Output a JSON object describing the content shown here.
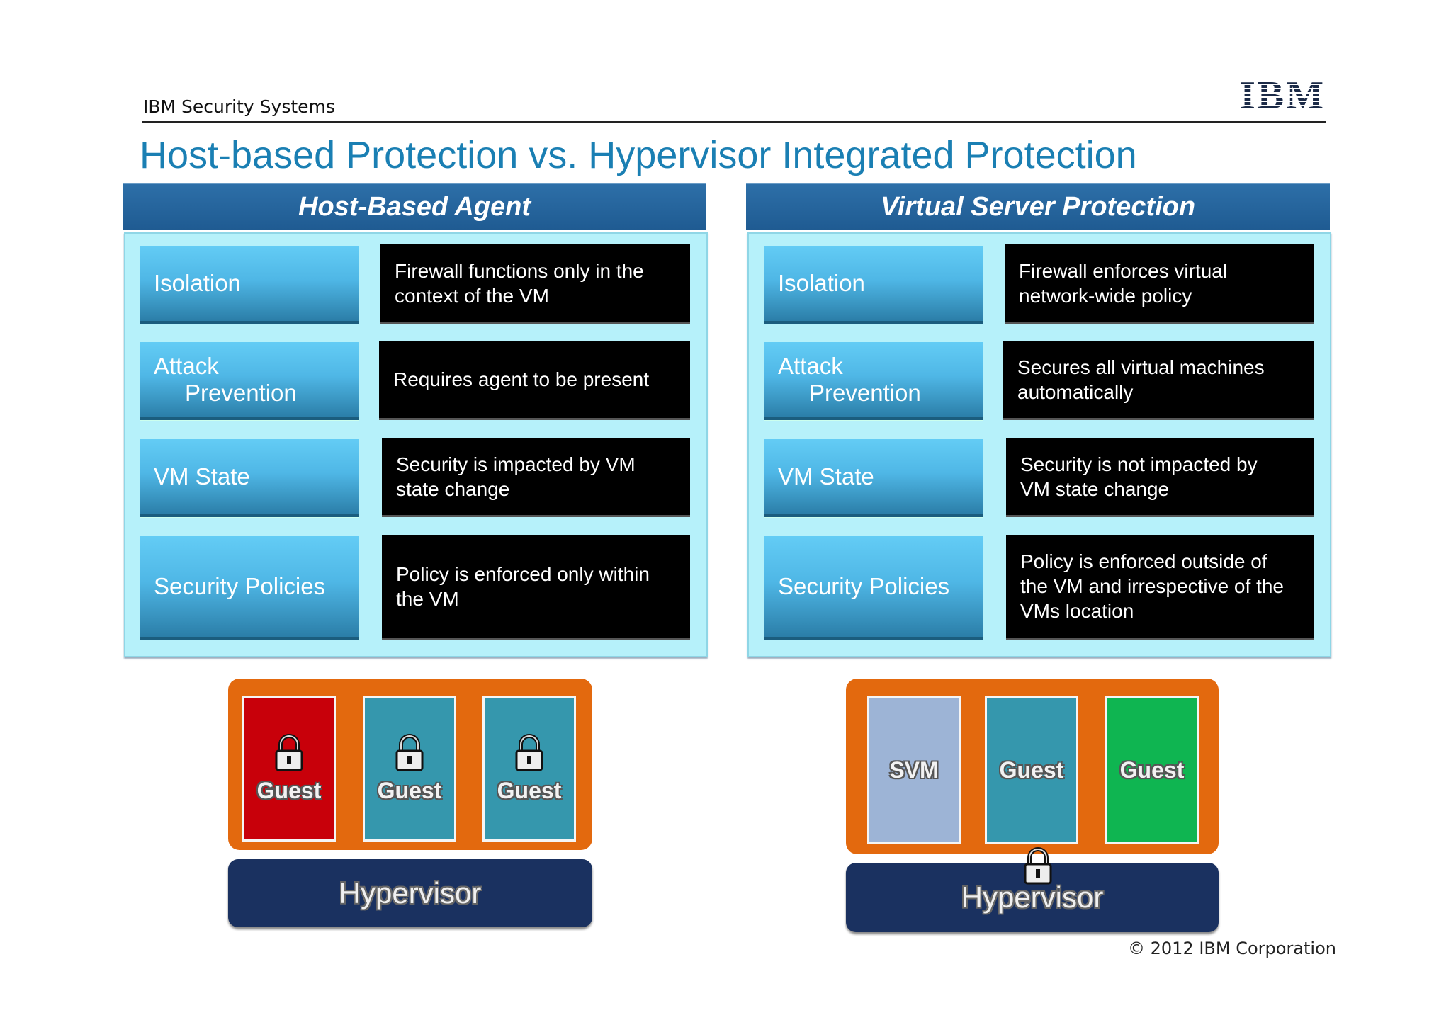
{
  "header": {
    "company": "IBM Security Systems",
    "logo_text": "IBM",
    "title": "Host-based Protection vs. Hypervisor Integrated Protection"
  },
  "panels": [
    {
      "heading": "Host-Based Agent",
      "rows": [
        {
          "label_line1": "Isolation",
          "label_line2": "",
          "desc": "Firewall functions only in the\ncontext of the VM"
        },
        {
          "label_line1": "Attack",
          "label_line2": "Prevention",
          "desc": "Requires agent to be present"
        },
        {
          "label_line1": "VM State",
          "label_line2": "",
          "desc": "Security is impacted by VM\nstate change"
        },
        {
          "label_line1": "Security Policies",
          "label_line2": "",
          "desc": "Policy is enforced only within\nthe VM"
        }
      ]
    },
    {
      "heading": "Virtual Server Protection",
      "rows": [
        {
          "label_line1": "Isolation",
          "label_line2": "",
          "desc": "Firewall enforces virtual\nnetwork-wide policy"
        },
        {
          "label_line1": "Attack",
          "label_line2": "Prevention",
          "desc": "Secures all virtual machines\nautomatically"
        },
        {
          "label_line1": "VM State",
          "label_line2": "",
          "desc": "Security is not impacted by\nVM state change"
        },
        {
          "label_line1": "Security Policies",
          "label_line2": "",
          "desc": "Policy is enforced outside of\nthe VM and irrespective of the\nVMs location"
        }
      ]
    }
  ],
  "diagrams": [
    {
      "vms": [
        {
          "label": "Guest",
          "color": "#c8000a",
          "locked": true
        },
        {
          "label": "Guest",
          "color": "#3597ad",
          "locked": true
        },
        {
          "label": "Guest",
          "color": "#3597ad",
          "locked": true
        }
      ],
      "hypervisor": "Hypervisor"
    },
    {
      "vms": [
        {
          "label": "SVM",
          "color": "#9db4d6",
          "locked": false
        },
        {
          "label": "Guest",
          "color": "#3597ad",
          "locked": false
        },
        {
          "label": "Guest",
          "color": "#0fb551",
          "locked": false
        }
      ],
      "hypervisor": "Hypervisor"
    }
  ],
  "footer": {
    "copyright": "© 2012 IBM Corporation"
  },
  "colors": {
    "title": "#1a7fb3",
    "frame": "#e3690e",
    "hypervisor": "#1a3160"
  }
}
